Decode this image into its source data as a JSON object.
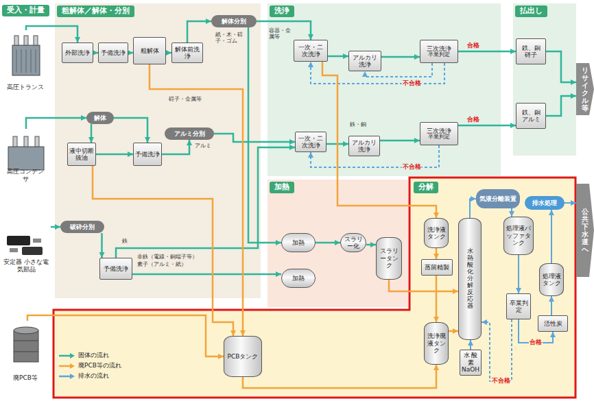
{
  "diagram": {
    "nodes": [
      {
        "text": [
          "受入・計量"
        ]
      },
      {
        "text": [
          "高圧トランス"
        ],
        "in": 0
      },
      {
        "text": [
          "高圧コンデンサ"
        ],
        "in": 0
      },
      {
        "text": [
          "安定器 小さな電気部品"
        ],
        "in": 0
      },
      {
        "text": [
          "廃PCB等"
        ],
        "in": 0
      },
      {
        "text": [
          "粗解体／解体・分別"
        ]
      },
      {
        "text": [
          "外部洗浄"
        ],
        "in": 5
      },
      {
        "text": [
          "予備洗浄"
        ],
        "in": 5
      },
      {
        "text": [
          "粗解体"
        ],
        "in": 5
      },
      {
        "text": [
          "解体前洗浄"
        ],
        "in": 5
      },
      {
        "text": [
          "解体分別"
        ],
        "in": 5
      },
      {
        "text": [
          "解体"
        ],
        "in": 5
      },
      {
        "text": [
          "液中切断 抜油"
        ],
        "in": 5
      },
      {
        "text": [
          "予備洗浄"
        ],
        "in": 5
      },
      {
        "text": [
          "アルミ分別"
        ],
        "in": 5
      },
      {
        "text": [
          "破砕分別"
        ],
        "in": 5
      },
      {
        "text": [
          "予備洗浄"
        ],
        "in": 5
      },
      {
        "text": [
          "洗浄"
        ]
      },
      {
        "text": [
          "一次・二次洗浄"
        ],
        "in": 17
      },
      {
        "text": [
          "アルカリ洗浄"
        ],
        "in": 17
      },
      {
        "text": [
          "三次洗浄",
          "卒業判定"
        ],
        "in": 17
      },
      {
        "text": [
          "一次・二次洗浄"
        ],
        "in": 17
      },
      {
        "text": [
          "アルカリ洗浄"
        ],
        "in": 17
      },
      {
        "text": [
          "三次洗浄",
          "卒業判定"
        ],
        "in": 17
      },
      {
        "text": [
          "払出し"
        ]
      },
      {
        "text": [
          "鉄、銅 碍子"
        ],
        "in": 24
      },
      {
        "text": [
          "鉄、銅 アルミ"
        ],
        "in": 24
      },
      {
        "text": [
          "リサイクル等"
        ]
      },
      {
        "text": [
          "加熱"
        ]
      },
      {
        "text": [
          "加熱"
        ],
        "in": 28
      },
      {
        "text": [
          "加熱"
        ],
        "in": 28
      },
      {
        "text": [
          "スラリー化"
        ],
        "in": 28
      },
      {
        "text": [
          "スラリータンク"
        ],
        "in": 28
      },
      {
        "text": [
          "分解"
        ]
      },
      {
        "text": [
          "気液分離装置"
        ],
        "in": 33
      },
      {
        "text": [
          "排水処理"
        ],
        "in": 33
      },
      {
        "text": [
          "洗浄液タンク"
        ],
        "in": 33
      },
      {
        "text": [
          "蒸留精製"
        ],
        "in": 33
      },
      {
        "text": [
          "洗浄廃液タンク"
        ],
        "in": 33
      },
      {
        "text": [
          "水熱酸化分解反応器"
        ],
        "in": 33
      },
      {
        "text": [
          "水 酸素 NaOH"
        ],
        "in": 33
      },
      {
        "text": [
          "処理液バッファタンク"
        ],
        "in": 33
      },
      {
        "text": [
          "卒業判定"
        ],
        "in": 33
      },
      {
        "text": [
          "処理液タンク"
        ],
        "in": 33
      },
      {
        "text": [
          "活性炭"
        ],
        "in": 33
      },
      {
        "text": [
          "公共下水道へ"
        ]
      },
      {
        "text": [
          "PCBタンク"
        ]
      }
    ],
    "edges": [
      {
        "from": 1,
        "to": 6,
        "arrow": "to"
      },
      {
        "from": 6,
        "to": 7,
        "arrow": "to"
      },
      {
        "from": 7,
        "to": 8,
        "arrow": "to"
      },
      {
        "from": 8,
        "to": 9,
        "arrow": "to"
      },
      {
        "from": 9,
        "to": 10,
        "arrow": "to"
      },
      {
        "from": 10,
        "to": 18,
        "arrow": "to"
      },
      {
        "from": 18,
        "to": 19,
        "arrow": "to"
      },
      {
        "from": 19,
        "to": 20,
        "arrow": "to"
      },
      {
        "from": 20,
        "to": 25,
        "label": "合格",
        "arrow": "to"
      },
      {
        "from": 20,
        "to": 18,
        "label": "不合格",
        "arrow": "to"
      },
      {
        "from": 20,
        "to": 19,
        "arrow": "to"
      },
      {
        "from": 25,
        "to": 27,
        "arrow": "to"
      },
      {
        "from": 26,
        "to": 27,
        "arrow": "to"
      },
      {
        "from": 2,
        "to": 11,
        "arrow": "to"
      },
      {
        "from": 11,
        "to": 12,
        "arrow": "to"
      },
      {
        "from": 11,
        "to": 13,
        "arrow": "to"
      },
      {
        "from": 12,
        "to": 13,
        "arrow": "to"
      },
      {
        "from": 13,
        "to": 14,
        "arrow": "to"
      },
      {
        "from": 14,
        "to": 21,
        "arrow": "to"
      },
      {
        "from": 21,
        "to": 22,
        "arrow": "to"
      },
      {
        "from": 22,
        "to": 23,
        "arrow": "to"
      },
      {
        "from": 23,
        "to": 26,
        "label": "合格",
        "arrow": "to"
      },
      {
        "from": 23,
        "to": 21,
        "label": "不合格",
        "arrow": "to"
      },
      {
        "from": 3,
        "to": 15,
        "arrow": "to"
      },
      {
        "from": 15,
        "to": 16,
        "arrow": "to"
      },
      {
        "from": 16,
        "to": 21,
        "arrow": "to"
      },
      {
        "from": 16,
        "to": 30,
        "arrow": "to"
      },
      {
        "from": 10,
        "to": 29,
        "arrow": "to"
      },
      {
        "from": 29,
        "to": 31,
        "arrow": "to"
      },
      {
        "from": 31,
        "to": 32,
        "arrow": "to"
      },
      {
        "from": 8,
        "to": 46,
        "arrow": "to"
      },
      {
        "from": 12,
        "to": 46,
        "arrow": "to"
      },
      {
        "from": 4,
        "to": 46,
        "arrow": "to"
      },
      {
        "from": 46,
        "to": 38,
        "arrow": "to"
      },
      {
        "from": 18,
        "to": 36,
        "arrow": "to"
      },
      {
        "from": 36,
        "to": 37,
        "arrow": "to"
      },
      {
        "from": 37,
        "to": 38,
        "arrow": "to"
      },
      {
        "from": 38,
        "to": 39,
        "arrow": "to"
      },
      {
        "from": 32,
        "to": 39,
        "arrow": "to"
      },
      {
        "from": 39,
        "to": 34,
        "arrow": "to"
      },
      {
        "from": 34,
        "to": 41,
        "arrow": "to"
      },
      {
        "from": 41,
        "to": 42,
        "arrow": "to"
      },
      {
        "from": 42,
        "to": 44,
        "label": "合格",
        "arrow": "to"
      },
      {
        "from": 44,
        "to": 43,
        "arrow": "to"
      },
      {
        "from": 43,
        "to": 35,
        "arrow": "to"
      },
      {
        "from": 35,
        "to": 45,
        "arrow": "to"
      },
      {
        "from": 42,
        "to": 39,
        "label": "不合格",
        "arrow": "to"
      },
      {
        "from": 40,
        "to": 39,
        "arrow": "to"
      }
    ],
    "labels": [
      "紙・木・碍子・ゴム",
      "容器・金属等",
      "碍子・金属等",
      "アルミ",
      "鉄・銅",
      "鉄",
      "非鉄（電線・銅端子等）",
      "素子（アルミ・紙）"
    ],
    "legend": [
      {
        "text": "固体の流れ"
      },
      {
        "text": "廃PCB等の流れ"
      },
      {
        "text": "排水の流れ"
      }
    ]
  }
}
